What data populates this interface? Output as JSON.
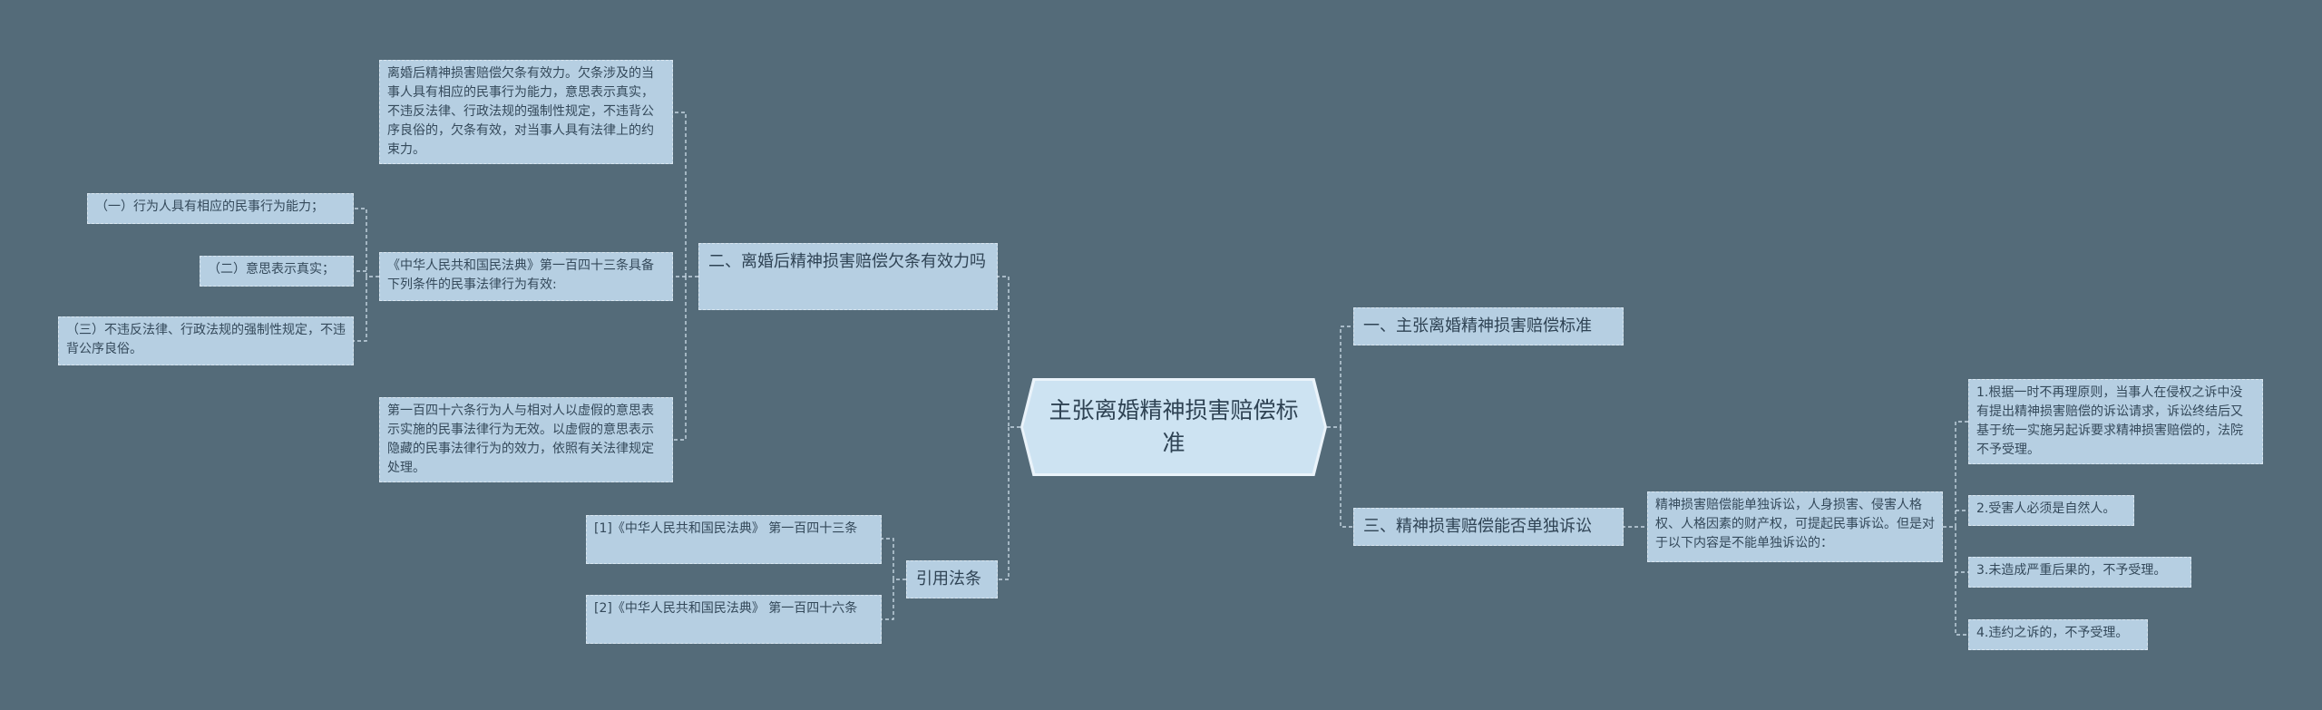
{
  "root": {
    "label": "主张离婚精神损害赔偿标准"
  },
  "branches": {
    "right1": {
      "label": "一、主张离婚精神损害赔偿标准"
    },
    "right3": {
      "label": "三、精神损害赔偿能否单独诉讼",
      "detail": "精神损害赔偿能单独诉讼，人身损害、侵害人格权、人格因素的财产权，可提起民事诉讼。但是对于以下内容是不能单独诉讼的：",
      "items": [
        "1.根据一时不再理原则，当事人在侵权之诉中没有提出精神损害赔偿的诉讼请求，诉讼终结后又基于统一实施另起诉要求精神损害赔偿的，法院不予受理。",
        "2.受害人必须是自然人。",
        "3.未造成严重后果的，不予受理。",
        "4.违约之诉的，不予受理。"
      ]
    },
    "left2": {
      "label": "二、离婚后精神损害赔偿欠条有效力吗",
      "detail_top": "离婚后精神损害赔偿欠条有效力。欠条涉及的当事人具有相应的民事行为能力，意思表示真实，不违反法律、行政法规的强制性规定，不违背公序良俗的，欠条有效，对当事人具有法律上的约束力。",
      "detail_mid": "《中华人民共和国民法典》第一百四十三条具备下列条件的民事法律行为有效:",
      "conditions": [
        "（一）行为人具有相应的民事行为能力；",
        "（二）意思表示真实；",
        "（三）不违反法律、行政法规的强制性规定，不违背公序良俗。"
      ],
      "detail_bottom": "第一百四十六条行为人与相对人以虚假的意思表示实施的民事法律行为无效。以虚假的意思表示隐藏的民事法律行为的效力，依照有关法律规定处理。"
    },
    "left_ref": {
      "label": "引用法条",
      "items": [
        "[1]《中华人民共和国民法典》 第一百四十三条",
        "[2]《中华人民共和国民法典》 第一百四十六条"
      ]
    }
  },
  "colors": {
    "background": "#546b79",
    "node_fill": "#b6cfe2",
    "root_fill": "#cde3f2",
    "connector": "#c5d6e2"
  }
}
